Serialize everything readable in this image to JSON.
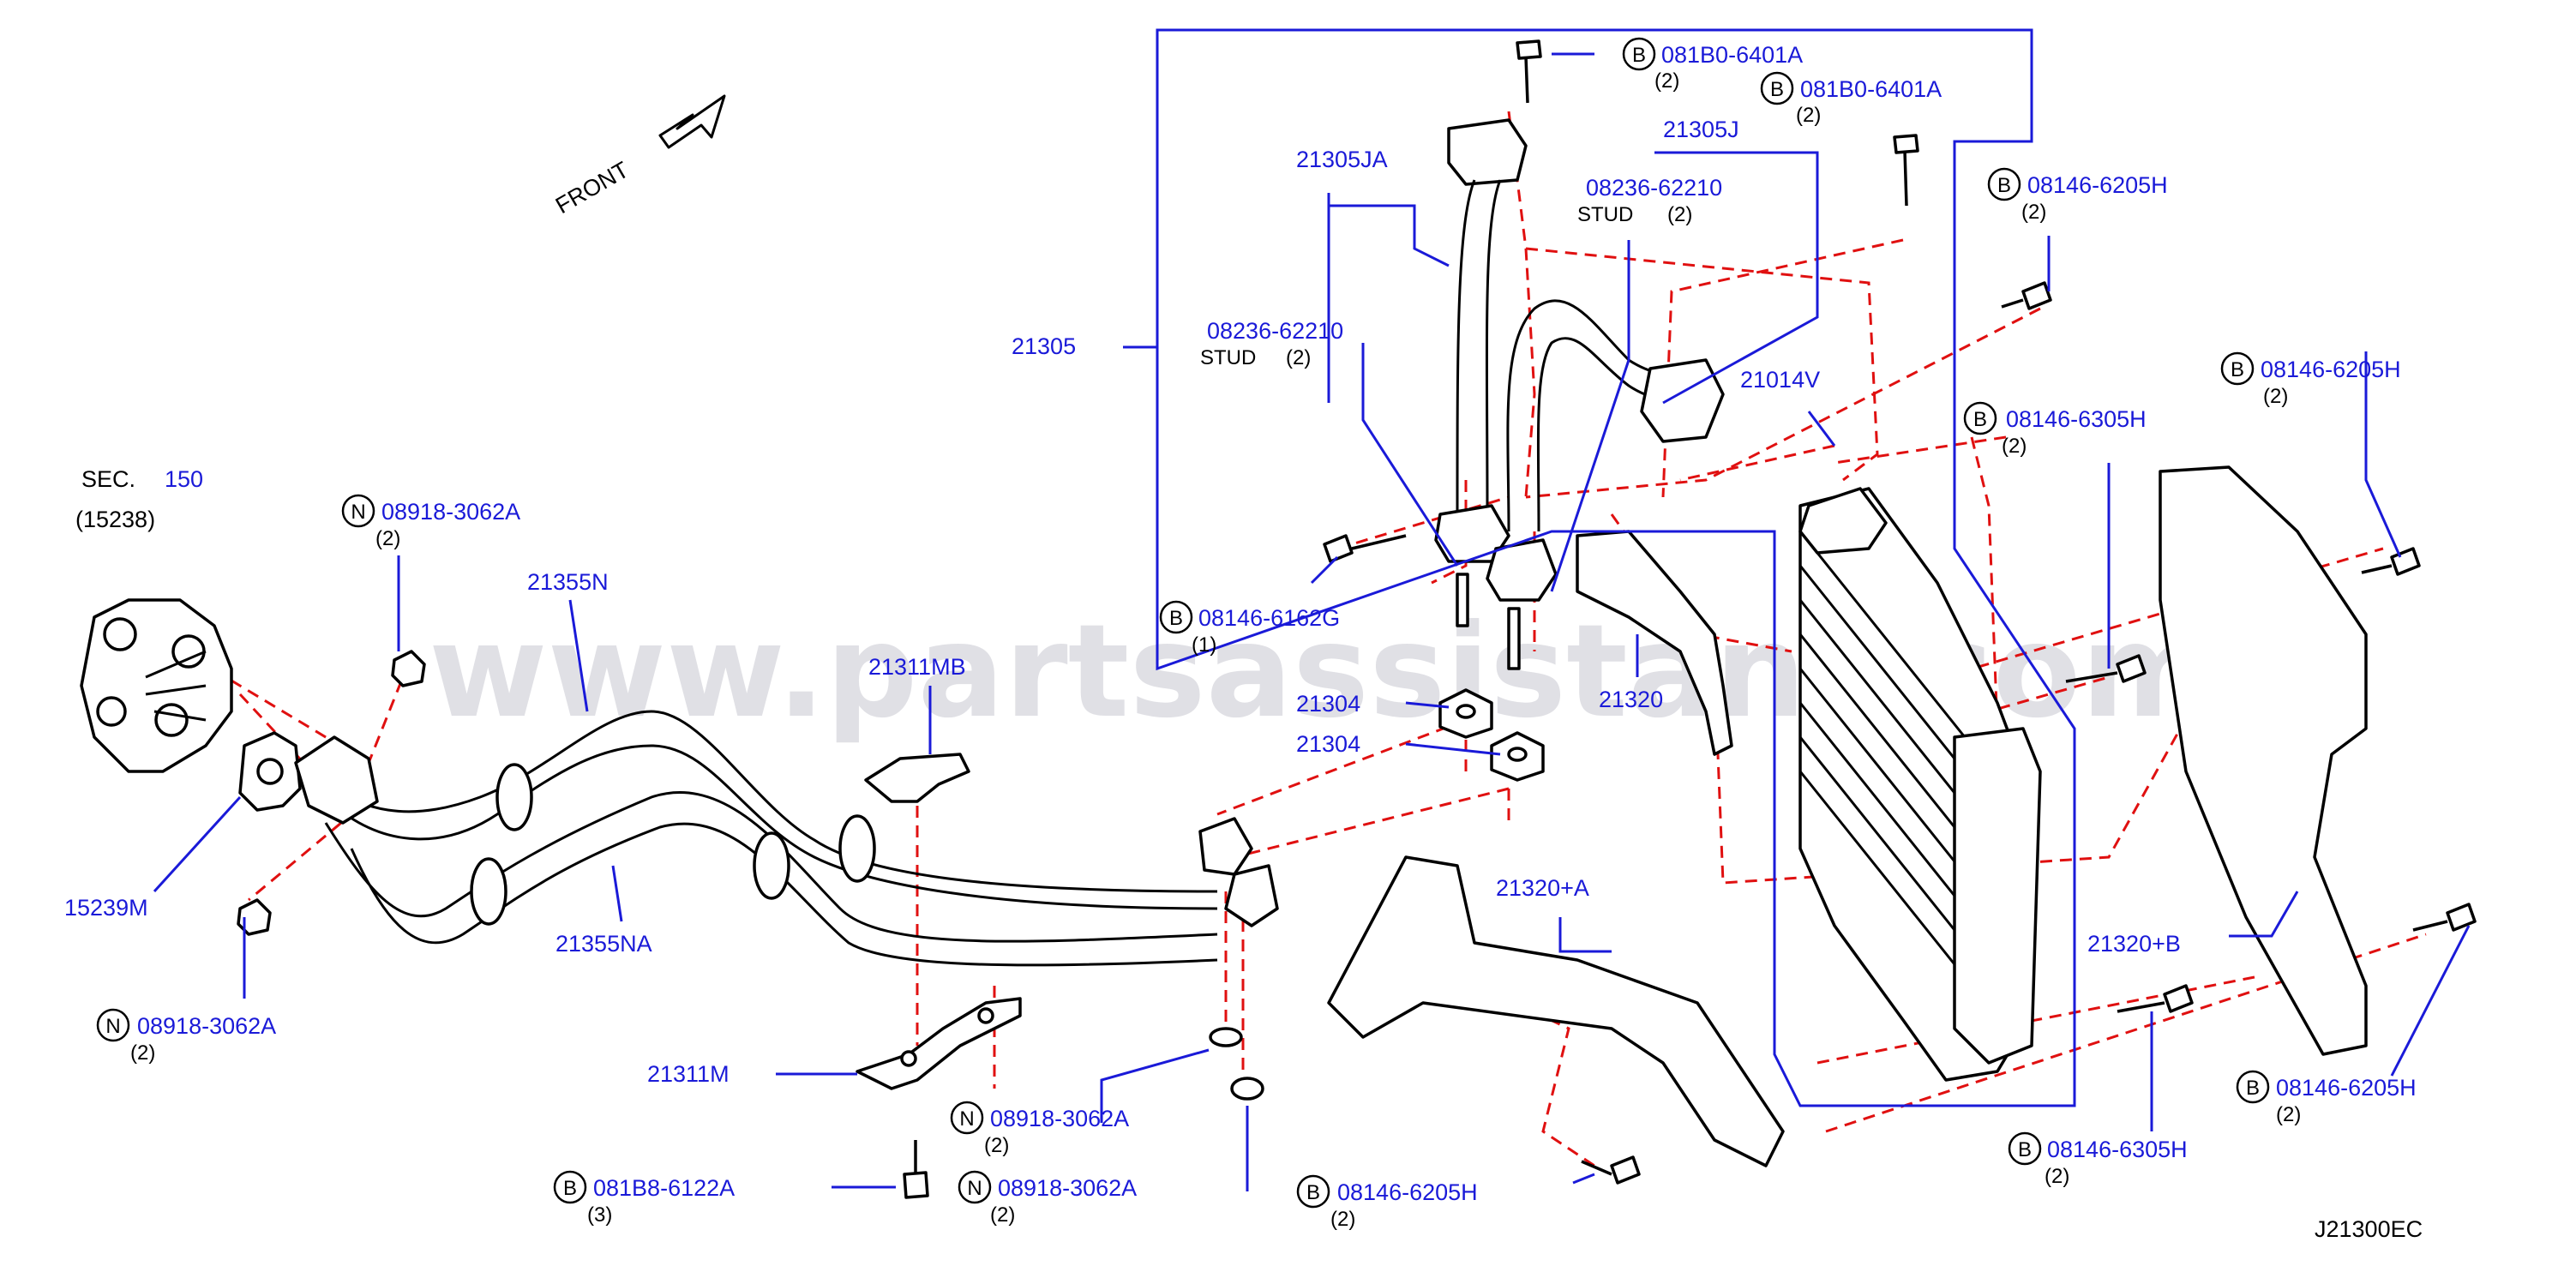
{
  "diagram_code": "J21300EC",
  "direction_label": "FRONT",
  "watermark": "www.partsassistant.com",
  "section_ref": {
    "prefix": "SEC.",
    "number": "150",
    "sub": "(15238)"
  },
  "callouts": {
    "c_081B0_6401A_1": {
      "letter": "B",
      "part": "081B0-6401A",
      "qty": "(2)"
    },
    "c_081B0_6401A_2": {
      "letter": "B",
      "part": "081B0-6401A",
      "qty": "(2)"
    },
    "c_21305J": {
      "part": "21305J"
    },
    "c_21305JA": {
      "part": "21305JA"
    },
    "c_stud_right": {
      "part": "08236-62210",
      "kind": "STUD",
      "qty": "(2)"
    },
    "c_stud_left": {
      "part": "08236-62210",
      "kind": "STUD",
      "qty": "(2)"
    },
    "c_21305": {
      "part": "21305"
    },
    "c_08146_6205H_top": {
      "letter": "B",
      "part": "08146-6205H",
      "qty": "(2)"
    },
    "c_08146_6205H_right": {
      "letter": "B",
      "part": "08146-6205H",
      "qty": "(2)"
    },
    "c_21014V": {
      "part": "21014V"
    },
    "c_08146_6305H_top": {
      "letter": "B",
      "part": "08146-6305H",
      "qty": "(2)"
    },
    "c_08146_6162G": {
      "letter": "B",
      "part": "08146-6162G",
      "qty": "(1)"
    },
    "c_08918_3062A_top": {
      "letter": "N",
      "part": "08918-3062A",
      "qty": "(2)"
    },
    "c_21355N": {
      "part": "21355N"
    },
    "c_21311MB": {
      "part": "21311MB"
    },
    "c_21304_a": {
      "part": "21304"
    },
    "c_21304_b": {
      "part": "21304"
    },
    "c_21320": {
      "part": "21320"
    },
    "c_15239M": {
      "part": "15239M"
    },
    "c_21355NA": {
      "part": "21355NA"
    },
    "c_21320A": {
      "part": "21320+A"
    },
    "c_21320B": {
      "part": "21320+B"
    },
    "c_08918_3062A_left": {
      "letter": "N",
      "part": "08918-3062A",
      "qty": "(2)"
    },
    "c_21311M": {
      "part": "21311M"
    },
    "c_08918_3062A_mid": {
      "letter": "N",
      "part": "08918-3062A",
      "qty": "(2)"
    },
    "c_08918_3062A_bot": {
      "letter": "N",
      "part": "08918-3062A",
      "qty": "(2)"
    },
    "c_081B8_6122A": {
      "letter": "B",
      "part": "081B8-6122A",
      "qty": "(3)"
    },
    "c_08146_6205H_bot": {
      "letter": "B",
      "part": "08146-6205H",
      "qty": "(2)"
    },
    "c_08146_6305H_bot": {
      "letter": "B",
      "part": "08146-6305H",
      "qty": "(2)"
    },
    "c_08146_6205H_br": {
      "letter": "B",
      "part": "08146-6205H",
      "qty": "(2)"
    }
  }
}
